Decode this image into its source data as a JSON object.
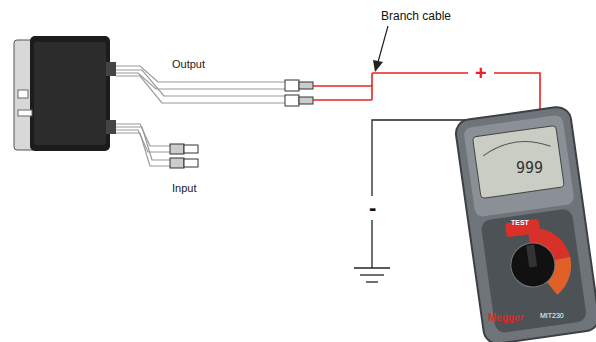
{
  "diagram": {
    "labels": [
      "Branch cable",
      "Output",
      "Input",
      "+",
      "-",
      "999",
      "TEST",
      "Megger",
      "MIT230"
    ]
  }
}
